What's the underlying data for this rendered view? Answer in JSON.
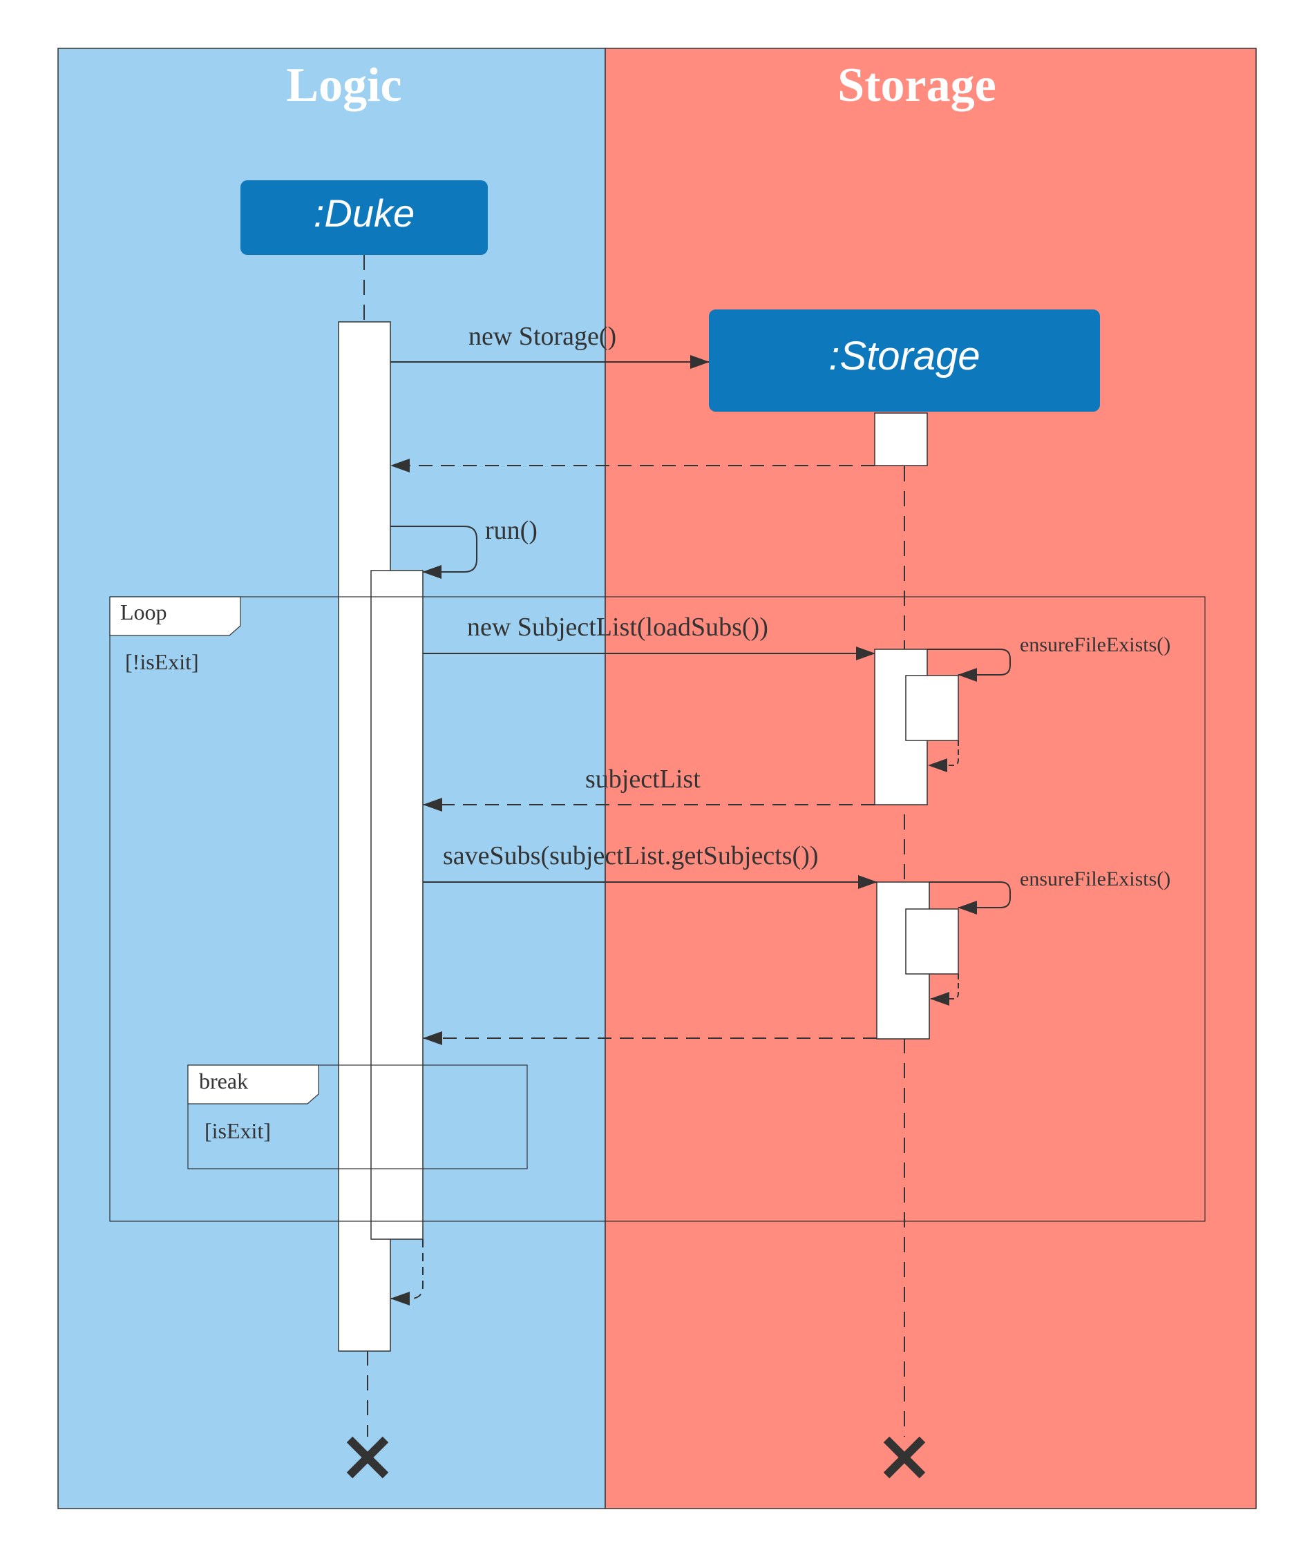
{
  "lanes": {
    "logic": {
      "title": "Logic",
      "color": "#9DD0F1"
    },
    "storage": {
      "title": "Storage",
      "color": "#FF8C7E"
    }
  },
  "lifelines": {
    "duke": {
      "label": ":Duke",
      "color": "#0D79BC"
    },
    "storage": {
      "label": ":Storage",
      "color": "#0D79BC"
    }
  },
  "messages": {
    "new_storage": "new Storage()",
    "run": "run()",
    "new_subject_list": "new SubjectList(loadSubs())",
    "ensure_file_exists_1": "ensureFileExists()",
    "subject_list_return": "subjectList",
    "save_subs": "saveSubs(subjectList.getSubjects())",
    "ensure_file_exists_2": "ensureFileExists()"
  },
  "fragments": {
    "loop": {
      "operator": "Loop",
      "guard": "[!isExit]"
    },
    "break": {
      "operator": "break",
      "guard": "[isExit]"
    }
  },
  "colors": {
    "line": "#333333",
    "activation_fill": "#ffffff",
    "label_white": "#ffffff"
  }
}
